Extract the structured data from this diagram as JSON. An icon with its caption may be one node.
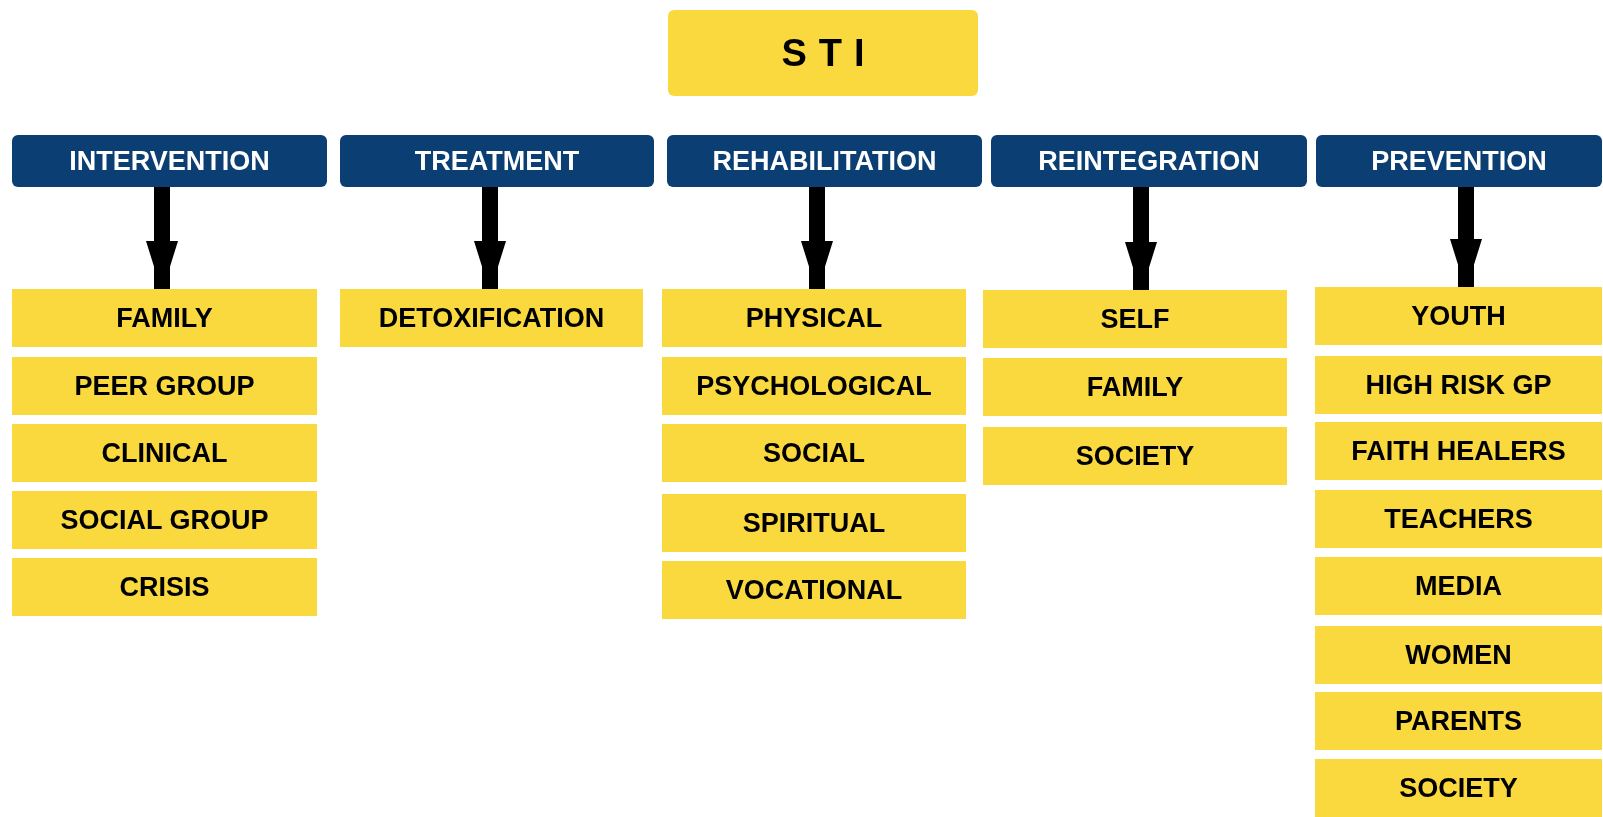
{
  "diagram": {
    "nodes": [
      {
        "text": [
          "STI"
        ]
      },
      {
        "text": [
          "INTERVENTION"
        ]
      },
      {
        "text": [
          "TREATMENT"
        ]
      },
      {
        "text": [
          "REHABILITATION"
        ]
      },
      {
        "text": [
          "REINTEGRATION"
        ]
      },
      {
        "text": [
          "PREVENTION"
        ]
      },
      {
        "text": [
          "FAMILY"
        ]
      },
      {
        "text": [
          "PEER GROUP"
        ]
      },
      {
        "text": [
          "CLINICAL"
        ]
      },
      {
        "text": [
          "SOCIAL GROUP"
        ]
      },
      {
        "text": [
          "CRISIS"
        ]
      },
      {
        "text": [
          "DETOXIFICATION"
        ]
      },
      {
        "text": [
          "PHYSICAL"
        ]
      },
      {
        "text": [
          "PSYCHOLOGICAL"
        ]
      },
      {
        "text": [
          "SOCIAL"
        ]
      },
      {
        "text": [
          "SPIRITUAL"
        ]
      },
      {
        "text": [
          "VOCATIONAL"
        ]
      },
      {
        "text": [
          "SELF"
        ]
      },
      {
        "text": [
          "FAMILY"
        ]
      },
      {
        "text": [
          "SOCIETY"
        ]
      },
      {
        "text": [
          "YOUTH"
        ]
      },
      {
        "text": [
          "HIGH RISK GP"
        ]
      },
      {
        "text": [
          "FAITH HEALERS"
        ]
      },
      {
        "text": [
          "TEACHERS"
        ]
      },
      {
        "text": [
          "MEDIA"
        ]
      },
      {
        "text": [
          "WOMEN"
        ]
      },
      {
        "text": [
          "PARENTS"
        ]
      },
      {
        "text": [
          "SOCIETY"
        ]
      }
    ],
    "edges": [
      {
        "from": 1,
        "to": 6,
        "arrow": "to"
      },
      {
        "from": 2,
        "to": 11,
        "arrow": "to"
      },
      {
        "from": 3,
        "to": 12,
        "arrow": "to"
      },
      {
        "from": 4,
        "to": 17,
        "arrow": "to"
      },
      {
        "from": 5,
        "to": 20,
        "arrow": "to"
      }
    ]
  }
}
